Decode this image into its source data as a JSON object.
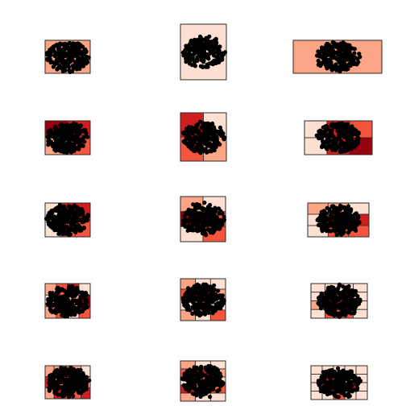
{
  "palette": [
    "#fee0d2",
    "#fca486",
    "#f6553d",
    "#d01d1e",
    "#99000d"
  ],
  "chart_data": {
    "type": "heatmap",
    "title": "",
    "xlabel": "",
    "ylabel": "",
    "layout": {
      "rows": 5,
      "columns": 3
    },
    "axes_visible": false,
    "grid": false,
    "scatter_overlay": {
      "present": true,
      "color": "#000000",
      "note_values_unreadable": true
    },
    "panels": [
      {
        "panel": "r1c1",
        "grid_rows": 1,
        "grid_cols": 1,
        "cells": [
          [
            1
          ]
        ]
      },
      {
        "panel": "r1c2",
        "grid_rows": 1,
        "grid_cols": 1,
        "cells": [
          [
            0
          ]
        ]
      },
      {
        "panel": "r1c3",
        "grid_rows": 1,
        "grid_cols": 1,
        "cells": [
          [
            1
          ]
        ]
      },
      {
        "panel": "r2c1",
        "grid_rows": 2,
        "grid_cols": 2,
        "cells": [
          [
            4,
            3
          ],
          [
            1,
            2
          ]
        ]
      },
      {
        "panel": "r2c2",
        "grid_rows": 2,
        "grid_cols": 2,
        "cells": [
          [
            3,
            0
          ],
          [
            2,
            1
          ]
        ]
      },
      {
        "panel": "r2c3",
        "grid_rows": 2,
        "grid_cols": 3,
        "cells": [
          [
            0,
            3,
            2
          ],
          [
            0,
            3,
            4
          ]
        ]
      },
      {
        "panel": "r3c1",
        "grid_rows": 2,
        "grid_cols": 3,
        "cells": [
          [
            0,
            3,
            3
          ],
          [
            0,
            2,
            2
          ]
        ]
      },
      {
        "panel": "r3c2",
        "grid_rows": 3,
        "grid_cols": 2,
        "cells": [
          [
            1,
            0
          ],
          [
            4,
            2
          ],
          [
            0,
            2
          ]
        ]
      },
      {
        "panel": "r3c3",
        "grid_rows": 3,
        "grid_cols": 3,
        "cells": [
          [
            1,
            1,
            0
          ],
          [
            0,
            3,
            3
          ],
          [
            0,
            2,
            2
          ]
        ]
      },
      {
        "panel": "r4c1",
        "grid_rows": 3,
        "grid_cols": 4,
        "cells": [
          [
            1,
            2,
            3,
            0
          ],
          [
            0,
            3,
            1,
            4
          ],
          [
            1,
            2,
            0,
            2
          ]
        ]
      },
      {
        "panel": "r4c2",
        "grid_rows": 4,
        "grid_cols": 3,
        "cells": [
          [
            1,
            0,
            0
          ],
          [
            2,
            4,
            1
          ],
          [
            0,
            2,
            0
          ],
          [
            1,
            0,
            2
          ]
        ]
      },
      {
        "panel": "r4c3",
        "grid_rows": 4,
        "grid_cols": 4,
        "cells": [
          [
            0,
            0,
            0,
            0
          ],
          [
            0,
            2,
            3,
            0
          ],
          [
            1,
            4,
            3,
            0
          ],
          [
            0,
            2,
            2,
            0
          ]
        ]
      },
      {
        "panel": "r5c1",
        "grid_rows": 3,
        "grid_cols": 5,
        "cells": [
          [
            1,
            1,
            2,
            1,
            0
          ],
          [
            3,
            2,
            3,
            4,
            1
          ],
          [
            1,
            3,
            2,
            2,
            3
          ]
        ]
      },
      {
        "panel": "r5c2",
        "grid_rows": 5,
        "grid_cols": 3,
        "cells": [
          [
            1,
            0,
            0
          ],
          [
            2,
            3,
            1
          ],
          [
            0,
            2,
            0
          ],
          [
            3,
            1,
            2
          ],
          [
            1,
            0,
            0
          ]
        ]
      },
      {
        "panel": "r5c3",
        "grid_rows": 4,
        "grid_cols": 5,
        "cells": [
          [
            0,
            0,
            0,
            0,
            0
          ],
          [
            0,
            3,
            2,
            1,
            0
          ],
          [
            0,
            4,
            2,
            3,
            0
          ],
          [
            0,
            0,
            2,
            0,
            0
          ]
        ]
      }
    ]
  }
}
